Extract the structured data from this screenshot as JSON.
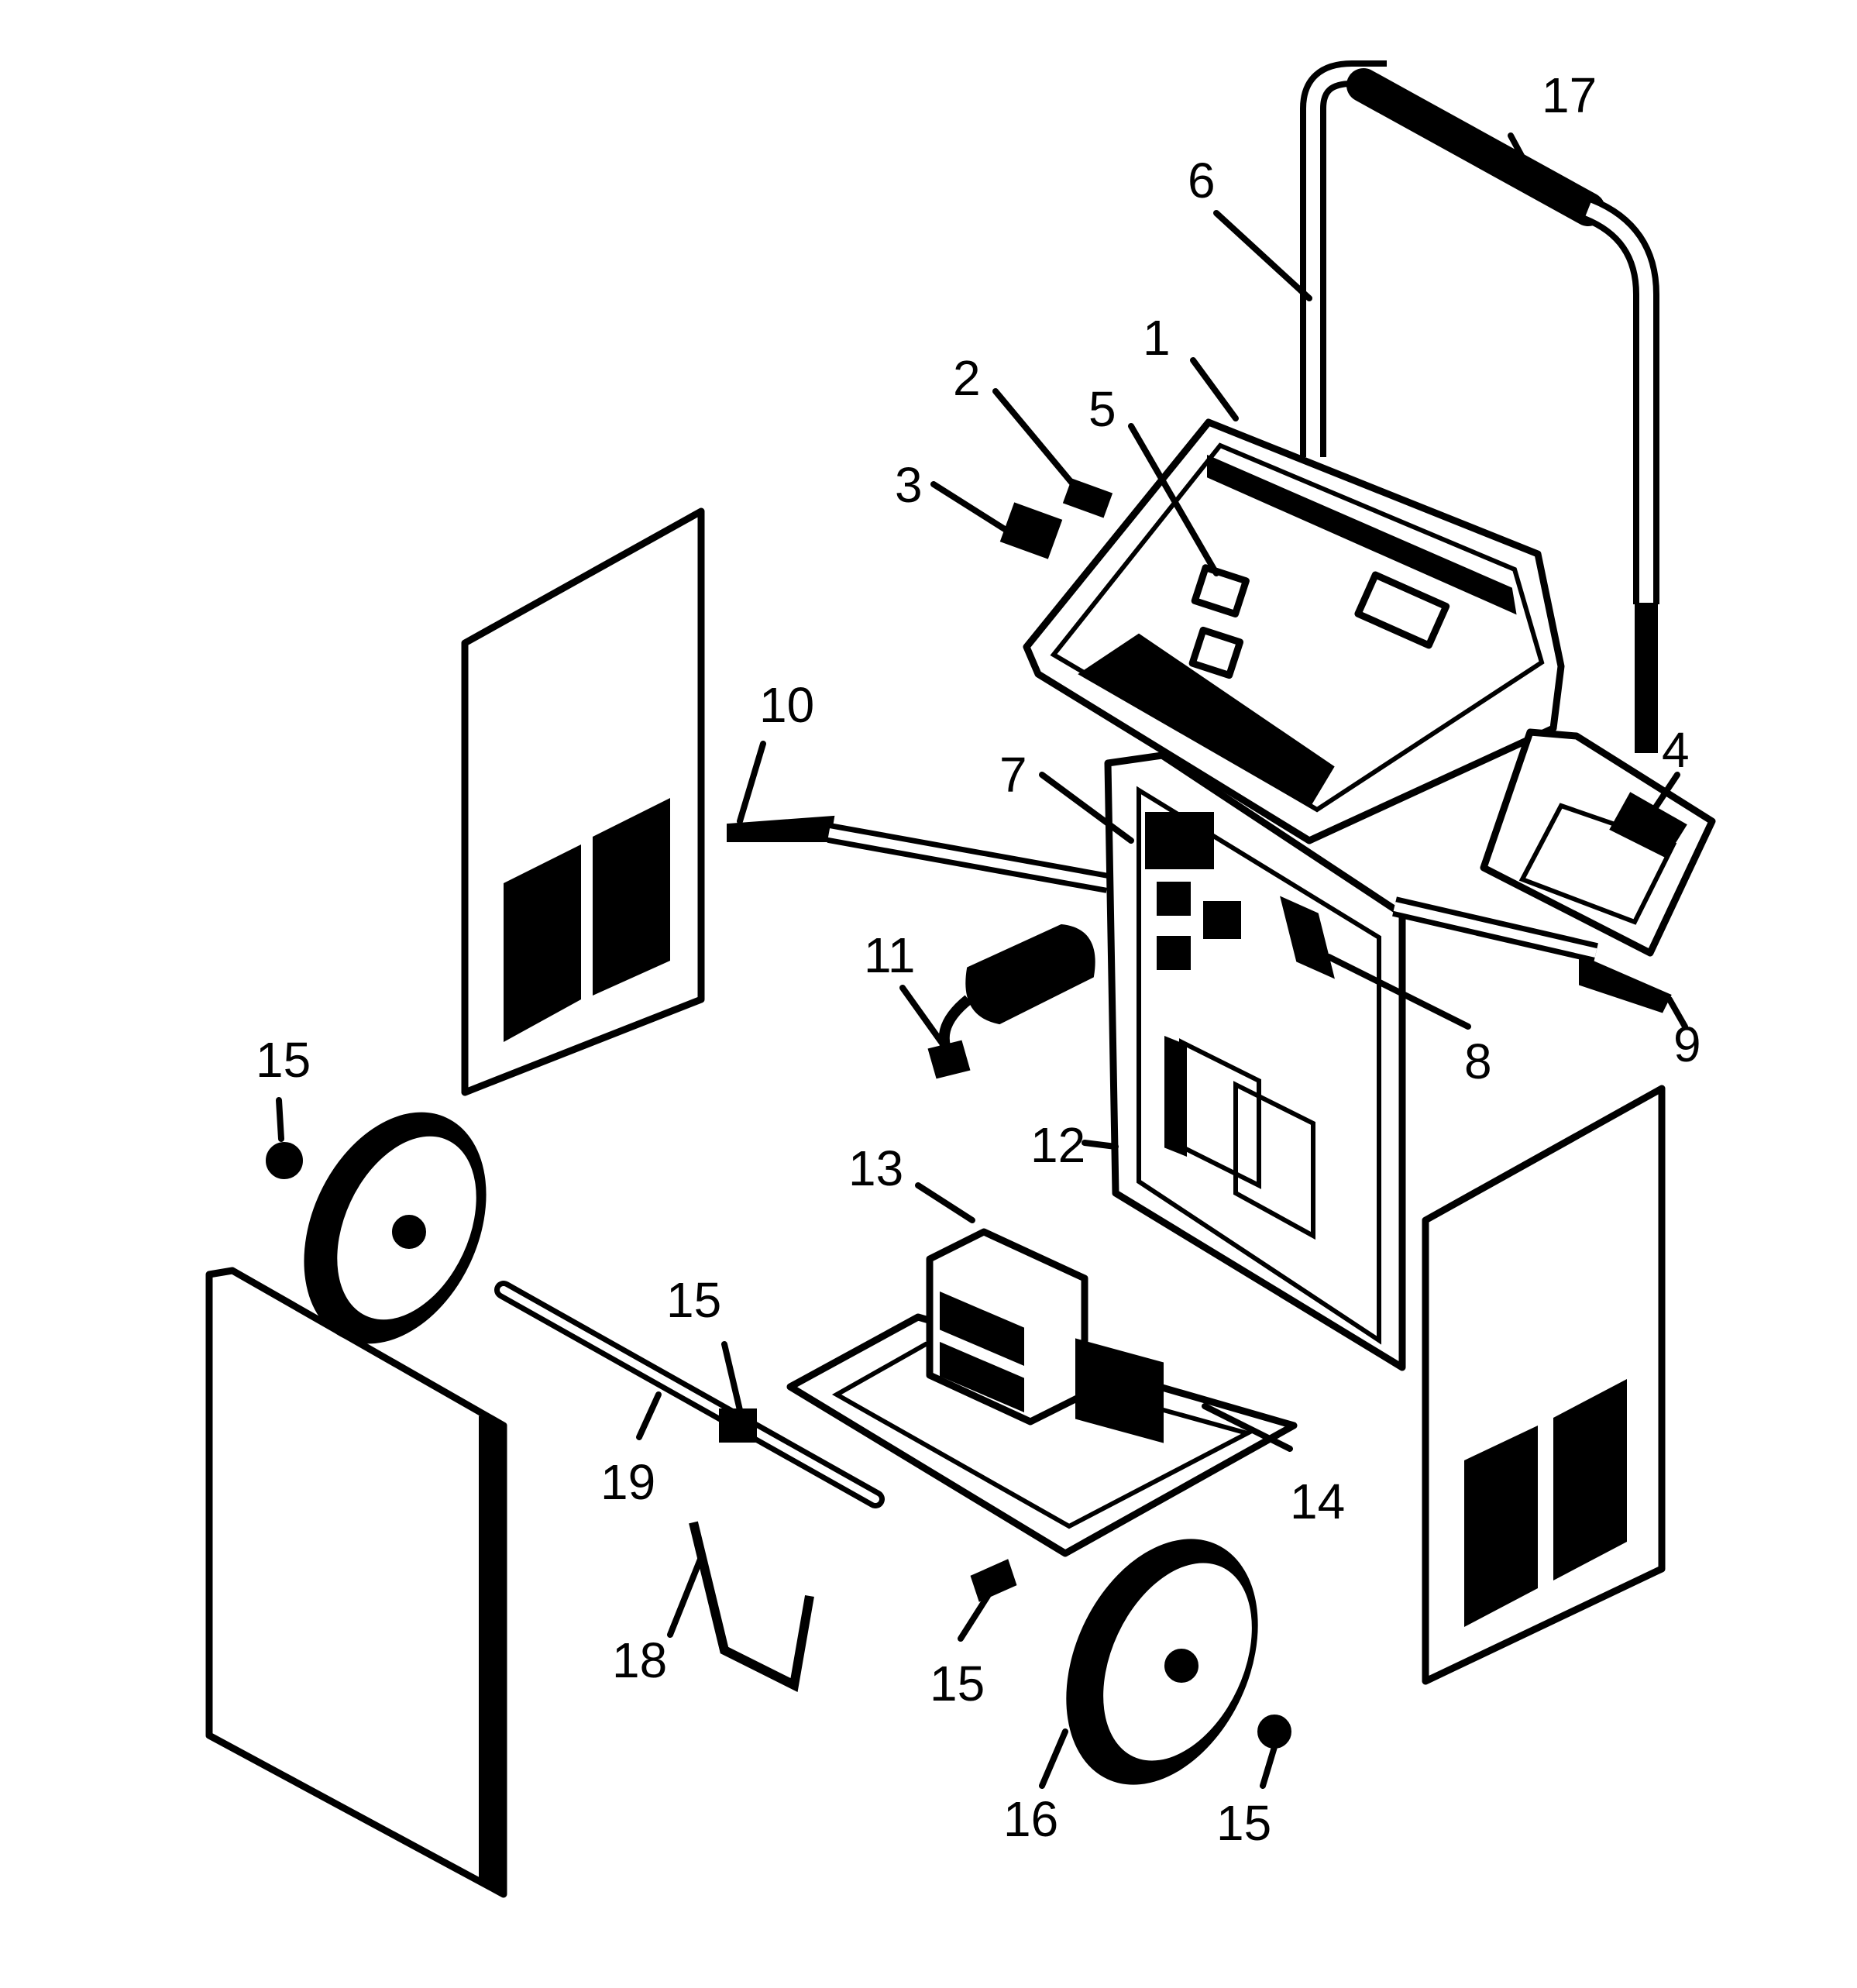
{
  "diagram": {
    "callouts": [
      {
        "id": "c1",
        "label": "1"
      },
      {
        "id": "c2",
        "label": "2"
      },
      {
        "id": "c3",
        "label": "3"
      },
      {
        "id": "c4",
        "label": "4"
      },
      {
        "id": "c5",
        "label": "5"
      },
      {
        "id": "c6",
        "label": "6"
      },
      {
        "id": "c7",
        "label": "7"
      },
      {
        "id": "c8",
        "label": "8"
      },
      {
        "id": "c9",
        "label": "9"
      },
      {
        "id": "c10",
        "label": "10"
      },
      {
        "id": "c11",
        "label": "11"
      },
      {
        "id": "c12",
        "label": "12"
      },
      {
        "id": "c13",
        "label": "13"
      },
      {
        "id": "c14",
        "label": "14"
      },
      {
        "id": "c15a",
        "label": "15"
      },
      {
        "id": "c15b",
        "label": "15"
      },
      {
        "id": "c15c",
        "label": "15"
      },
      {
        "id": "c15d",
        "label": "15"
      },
      {
        "id": "c16",
        "label": "16"
      },
      {
        "id": "c17",
        "label": "17"
      },
      {
        "id": "c18",
        "label": "18"
      },
      {
        "id": "c19",
        "label": "19"
      }
    ]
  }
}
